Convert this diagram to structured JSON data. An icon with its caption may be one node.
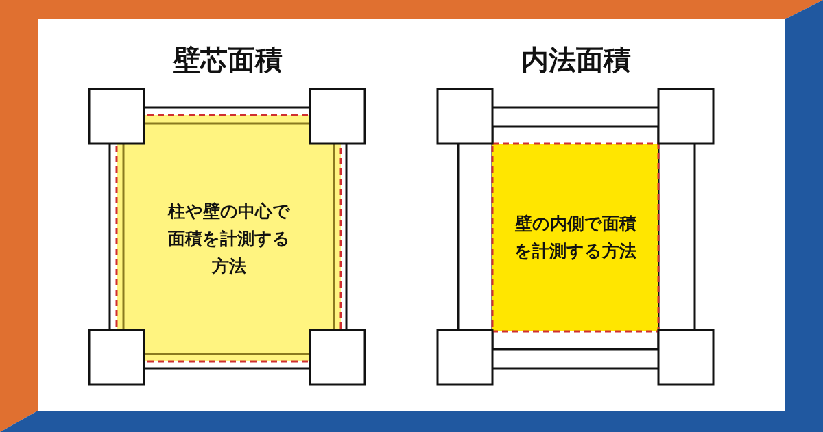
{
  "diagram": {
    "nodes": [
      {
        "text": [
          "柱や壁の中心で面積を計測する方法"
        ]
      },
      {
        "text": [
          "壁の内側で面積を計測する方法"
        ]
      }
    ],
    "labels": [
      "壁芯面積",
      "内法面積"
    ]
  }
}
